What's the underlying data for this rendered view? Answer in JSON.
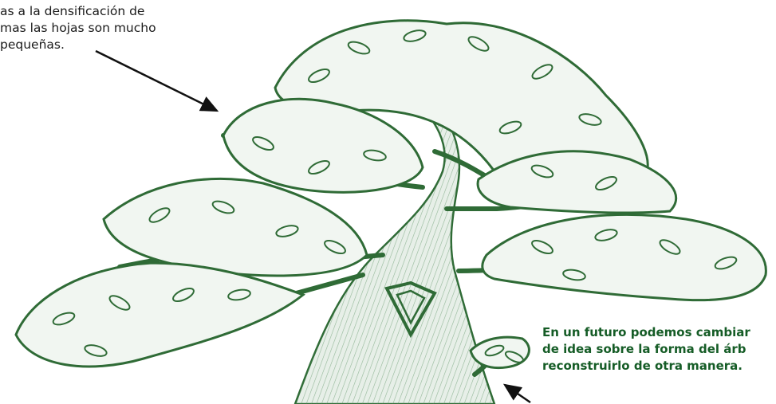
{
  "annotation_top_left": {
    "lines": [
      "as a la densificación de",
      "mas las hojas son mucho",
      "pequeñas."
    ]
  },
  "annotation_bottom_right": {
    "lines": [
      "En un futuro podemos cambiar",
      "de idea sobre la forma del árb",
      "reconstruirlo de otra manera."
    ]
  },
  "colors": {
    "foliage": "#2f6b36",
    "trunk": "#3f7a47",
    "annotation_right_text": "#155c26",
    "arrow": "#111111"
  }
}
